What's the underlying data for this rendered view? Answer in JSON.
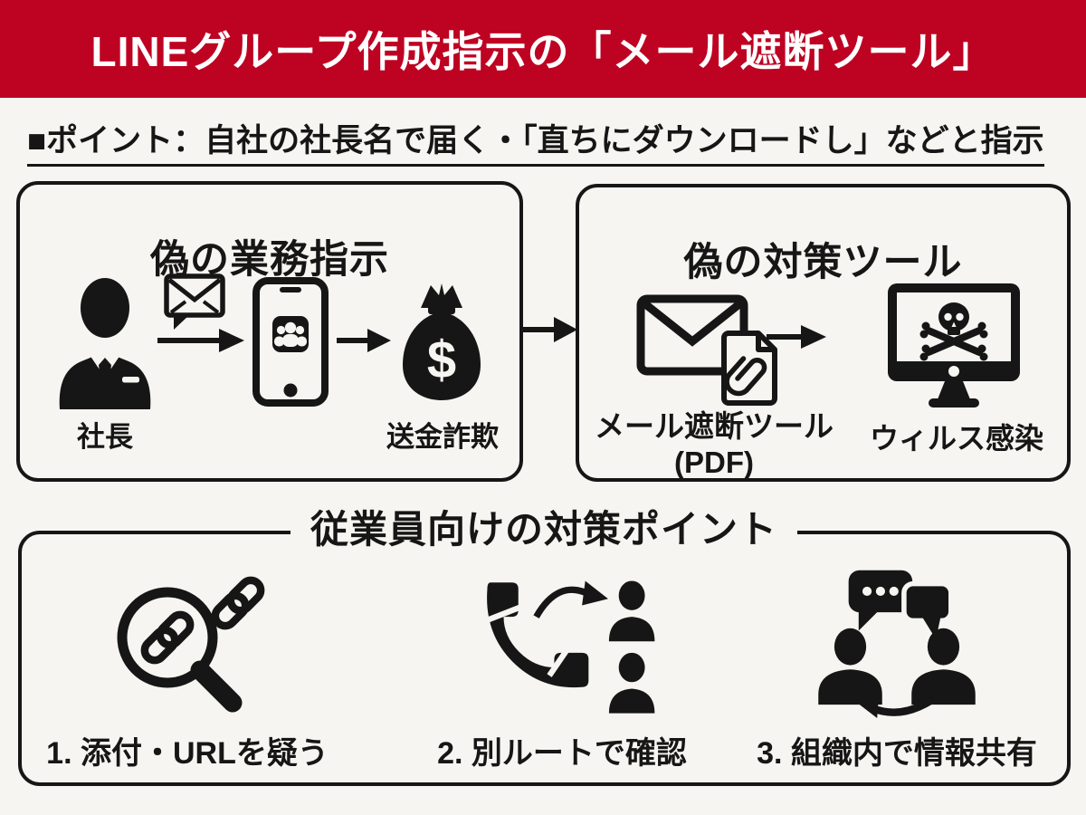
{
  "colors": {
    "banner_bg": "#be0222",
    "banner_text": "#ffffff",
    "ink": "#161616",
    "page_bg": "#f7f5f1"
  },
  "banner": {
    "title": "LINEグループ作成指示の「メール遮断ツール」"
  },
  "point": {
    "text": "■ポイント：自社の社長名で届く・「直ちにダウンロードし」などと指示"
  },
  "fake_instruction": {
    "title": "偽の業務指示",
    "sender_label": "社長",
    "result_label": "送金詐欺"
  },
  "fake_tool": {
    "title": "偽の対策ツール",
    "attachment_label_line1": "メール遮断ツール",
    "attachment_label_line2": "(PDF)",
    "infection_label": "ウィルス感染"
  },
  "countermeasures": {
    "title": "従業員向けの対策ポイント",
    "items": [
      {
        "label": "1. 添付・URLを疑う",
        "icon": "magnifier-link-icon"
      },
      {
        "label": "2. 別ルートで確認",
        "icon": "phone-verify-icon"
      },
      {
        "label": "3. 組織内で情報共有",
        "icon": "people-discussion-icon"
      }
    ]
  },
  "icons": {
    "president": "businessman-icon",
    "message": "mail-message-icon",
    "smartphone": "smartphone-group-app-icon",
    "money": "money-bag-icon",
    "flow": "arrow-right-icon",
    "attachment": "mail-attachment-pdf-icon",
    "infection": "monitor-skull-icon",
    "inspect": "magnifier-link-icon",
    "verify": "phone-verify-icon",
    "share": "people-discussion-icon"
  }
}
